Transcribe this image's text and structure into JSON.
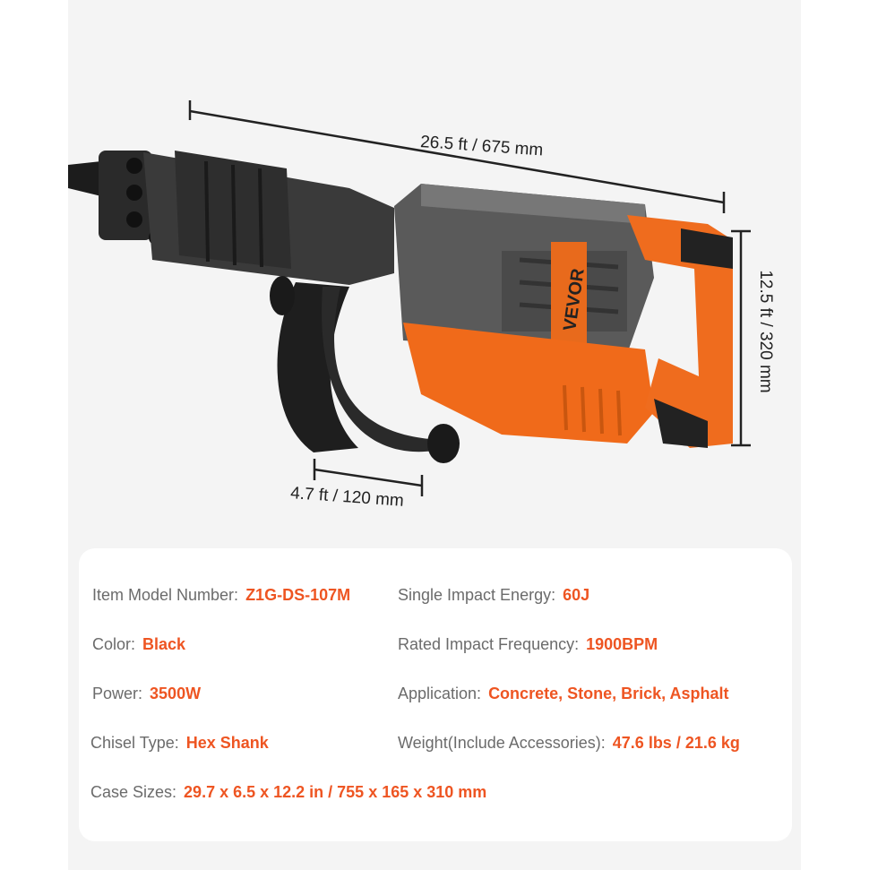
{
  "dimensions": {
    "length": "26.5 ft / 675 mm",
    "height": "12.5 ft / 320 mm",
    "handle_width": "4.7 ft / 120 mm"
  },
  "brand": "VEVOR",
  "colors": {
    "accent": "#ee5522",
    "body_orange": "#f06a1a",
    "body_dark": "#2b2b2b"
  },
  "specs": {
    "model": {
      "label": "Item Model Number:",
      "value": "Z1G-DS-107M"
    },
    "energy": {
      "label": "Single Impact Energy:",
      "value": "60J"
    },
    "color": {
      "label": "Color:",
      "value": "Black"
    },
    "frequency": {
      "label": "Rated Impact Frequency:",
      "value": "1900BPM"
    },
    "power": {
      "label": "Power:",
      "value": "3500W"
    },
    "application": {
      "label": "Application:",
      "value": "Concrete, Stone, Brick, Asphalt"
    },
    "chisel": {
      "label": "Chisel Type:",
      "value": "Hex Shank"
    },
    "weight": {
      "label": "Weight(Include Accessories):",
      "value": "47.6 lbs / 21.6 kg"
    },
    "case": {
      "label": "Case Sizes:",
      "value": "29.7 x 6.5 x 12.2 in / 755 x 165 x 310 mm"
    }
  }
}
